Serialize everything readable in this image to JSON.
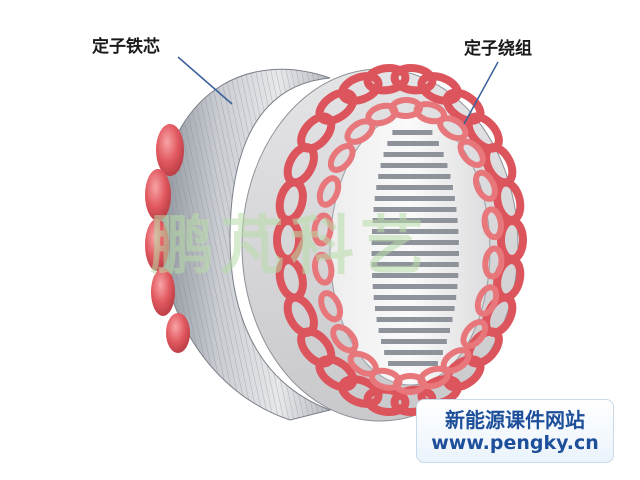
{
  "labels": {
    "stator_core": "定子铁芯",
    "stator_winding": "定子绕组"
  },
  "watermark": "鹏芃科艺",
  "badge": {
    "line1": "新能源课件网站",
    "line2": "www.pengky.cn"
  },
  "colors": {
    "core_gray": "#b9bcc2",
    "winding_red": "#e15a60",
    "label_text": "#1a1a1a",
    "leader_line": "#3a5f9a",
    "badge_text": "#1d4f9a",
    "watermark": "#b8dca8"
  },
  "icons": [
    "stator-ring-illustration",
    "winding-coils",
    "core-laminations",
    "leader-line"
  ]
}
